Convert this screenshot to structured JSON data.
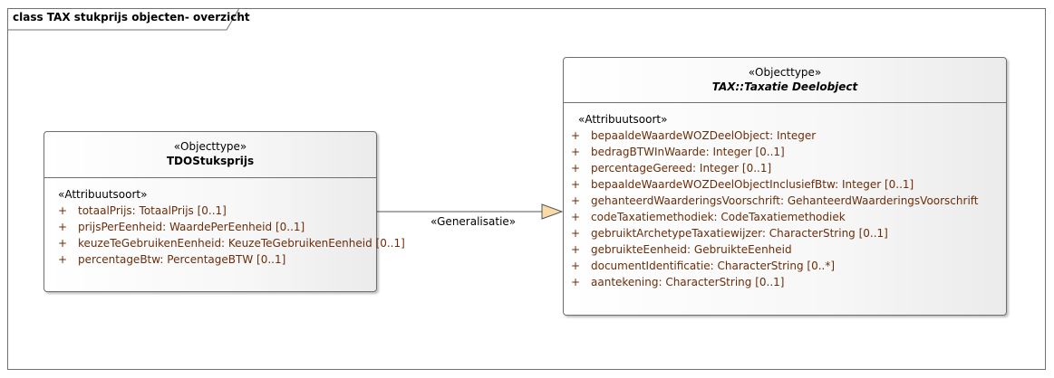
{
  "frame": {
    "title": "class TAX stukprijs objecten- overzicht"
  },
  "classes": {
    "tdo": {
      "stereotype": "«Objecttype»",
      "name": "TDOStuksprijs",
      "attr_stereotype": "«Attribuutsoort»",
      "attributes": [
        {
          "vis": "+",
          "text": "totaalPrijs: TotaalPrijs [0..1]"
        },
        {
          "vis": "+",
          "text": "prijsPerEenheid: WaardePerEenheid [0..1]"
        },
        {
          "vis": "+",
          "text": "keuzeTeGebruikenEenheid: KeuzeTeGebruikenEenheid [0..1]"
        },
        {
          "vis": "+",
          "text": "percentageBtw: PercentageBTW [0..1]"
        }
      ]
    },
    "taxatie": {
      "stereotype": "«Objecttype»",
      "name": "TAX::Taxatie Deelobject",
      "attr_stereotype": "«Attribuutsoort»",
      "attributes": [
        {
          "vis": "+",
          "text": "bepaaldeWaardeWOZDeelObject: Integer"
        },
        {
          "vis": "+",
          "text": "bedragBTWInWaarde: Integer [0..1]"
        },
        {
          "vis": "+",
          "text": "percentageGereed: Integer [0..1]"
        },
        {
          "vis": "+",
          "text": "bepaaldeWaardeWOZDeelObjectInclusiefBtw: Integer [0..1]"
        },
        {
          "vis": "+",
          "text": "gehanteerdWaarderingsVoorschrift: GehanteerdWaarderingsVoorschrift"
        },
        {
          "vis": "+",
          "text": "codeTaxatiemethodiek: CodeTaxatiemethodiek"
        },
        {
          "vis": "+",
          "text": "gebruiktArchetypeTaxatiewijzer: CharacterString [0..1]"
        },
        {
          "vis": "+",
          "text": "gebruikteEenheid: GebruikteEenheid"
        },
        {
          "vis": "+",
          "text": "documentIdentificatie: CharacterString [0..*]"
        },
        {
          "vis": "+",
          "text": "aantekening: CharacterString [0..1]"
        }
      ]
    }
  },
  "connector": {
    "label": "«Generalisatie»"
  },
  "colors": {
    "attribute_text": "#6b2d0a",
    "border": "#6e6e6e",
    "arrow_fill": "#f9dba8"
  }
}
